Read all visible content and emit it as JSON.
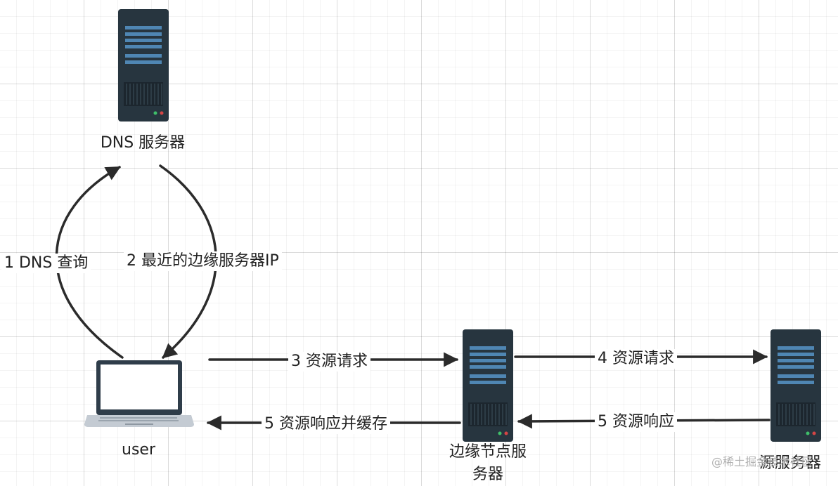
{
  "nodes": {
    "dns_server": "DNS 服务器",
    "user": "user",
    "edge_server": "边缘节点服务器",
    "origin_server": "源服务器"
  },
  "edges": {
    "dns_query": "1 DNS 查询",
    "nearest_edge_ip": "2 最近的边缘服务器IP",
    "request_to_edge": "3 资源请求",
    "request_to_origin": "4 资源请求",
    "origin_response": "5 资源响应",
    "edge_response_cache": "5 资源响应并缓存"
  },
  "watermark": "@稀土掘金技术社区",
  "colors": {
    "server_body": "#27353f",
    "server_slot": "#4f86b3",
    "arrow": "#2b2b2b",
    "laptop_body": "#2f3d4a",
    "laptop_base": "#c4cbd3"
  },
  "icons": {
    "server": "server-icon",
    "laptop": "laptop-icon"
  }
}
